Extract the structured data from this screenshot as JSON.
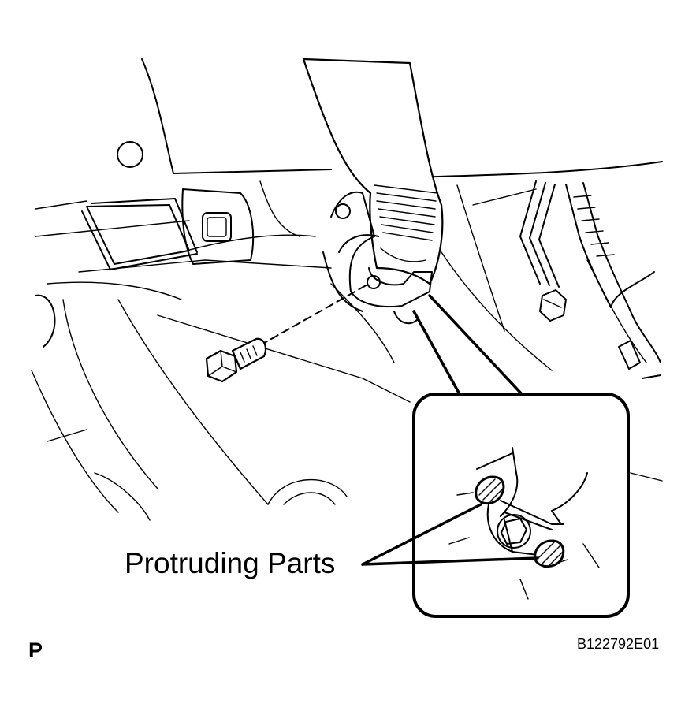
{
  "callout": {
    "label": "Protruding Parts"
  },
  "corner_letter": "P",
  "figure_code": "B122792E01",
  "icons": {
    "bolt": "bolt-icon",
    "belt": "seat-belt-strap",
    "anchor": "belt-anchor-plate",
    "inset": "detail-inset"
  },
  "colors": {
    "line": "#000000",
    "background": "#ffffff"
  }
}
